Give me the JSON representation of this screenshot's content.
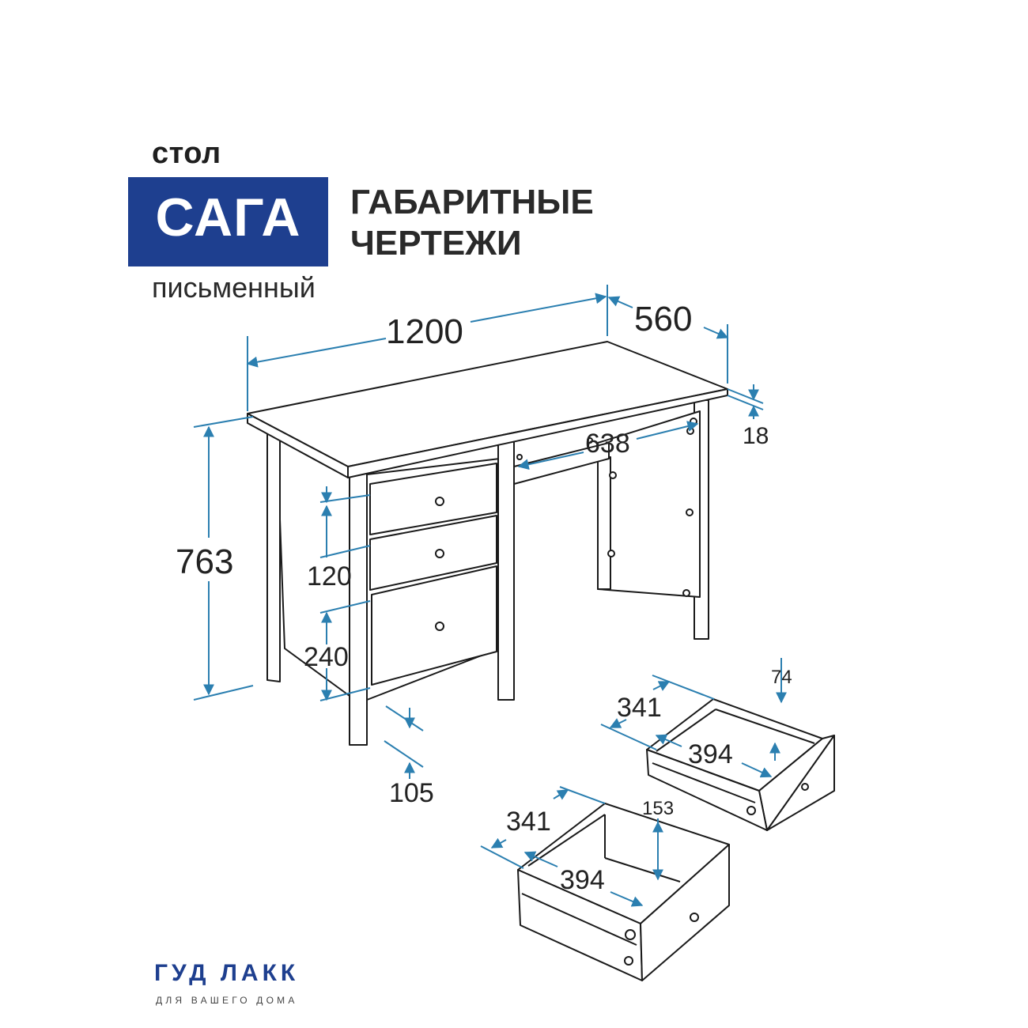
{
  "header": {
    "kicker": "стол",
    "name": "САГА",
    "heading_line1": "ГАБАРИТНЫЕ",
    "heading_line2": "ЧЕРТЕЖИ",
    "subtitle": "письменный"
  },
  "dimensions": {
    "width": "1200",
    "depth": "560",
    "top_thickness": "18",
    "inner_width": "638",
    "height": "763",
    "small_drawer_height": "120",
    "large_drawer_height": "240",
    "plinth": "105",
    "drawer_small": {
      "depth": "341",
      "width": "394",
      "height": "74"
    },
    "drawer_large": {
      "depth": "341",
      "width": "394",
      "height": "153"
    }
  },
  "brand": {
    "name": "ГУД ЛАКК",
    "tagline": "ДЛЯ ВАШЕГО ДОМА",
    "color": "#1e3f8f"
  },
  "colors": {
    "dimension_line": "#2b7fb0",
    "outline": "#1a1a1a"
  }
}
